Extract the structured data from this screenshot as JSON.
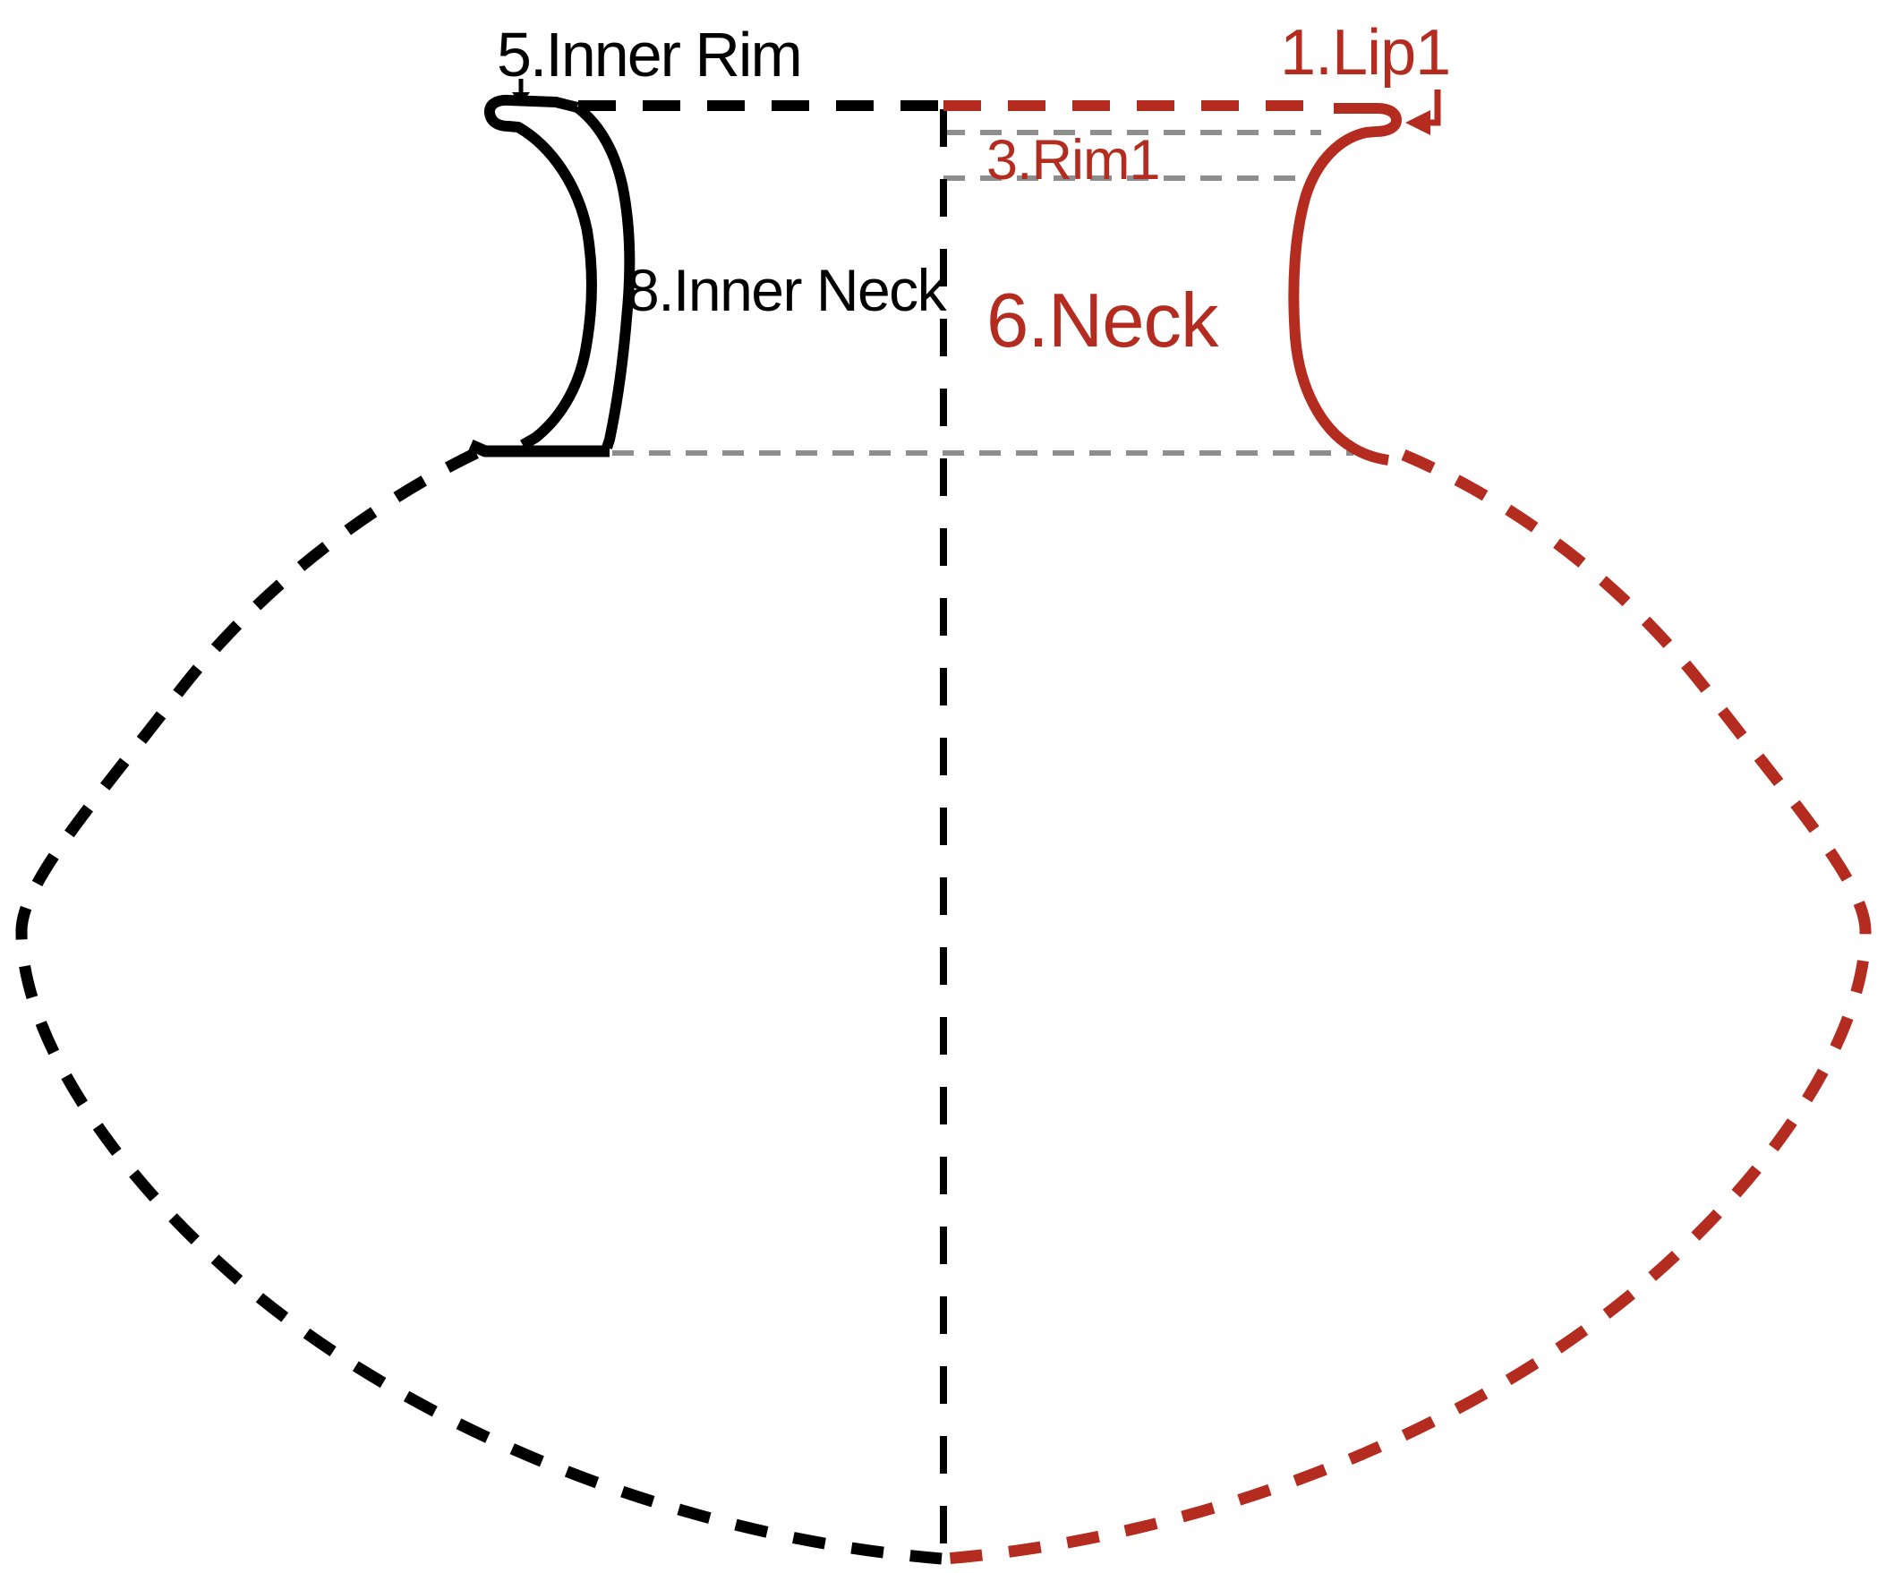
{
  "figure": {
    "type": "pottery-profile-diagram",
    "labels": {
      "lip1": "1.Lip1",
      "rim1": "3.Rim1",
      "inner_rim": "5.Inner Rim",
      "neck": "6.Neck",
      "inner_neck": "8.Inner Neck"
    },
    "colors": {
      "left_half": "#000000",
      "right_half": "#b42c20",
      "guide_line": "#8e8e8e",
      "background": "#ffffff"
    }
  }
}
